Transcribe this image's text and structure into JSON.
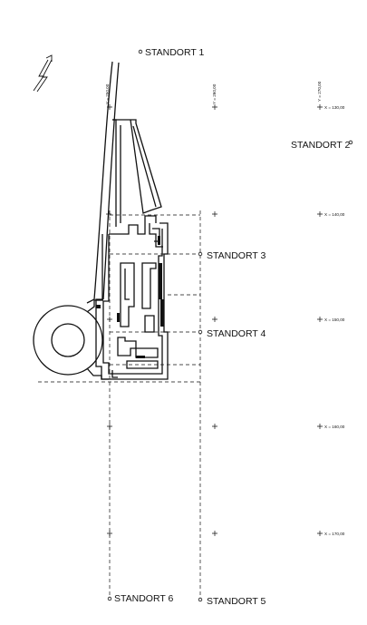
{
  "stations": {
    "s1": "STANDORT 1",
    "s2": "STANDORT 2",
    "s3": "STANDORT 3",
    "s4": "STANDORT 4",
    "s5": "STANDORT 5",
    "s6": "STANDORT 6"
  },
  "coords": {
    "y_left": "Y = 250,00",
    "y_mid": "Y = 260,00",
    "y_right": "Y = 270,00",
    "x_130": "X = 130,00",
    "x_140": "X = 140,00",
    "x_150": "X = 150,00",
    "x_160": "X = 160,00",
    "x_170": "X = 170,00"
  },
  "colors": {
    "ink": "#111111",
    "paper": "#ffffff"
  },
  "icons": {
    "north": "north-arrow-icon"
  }
}
